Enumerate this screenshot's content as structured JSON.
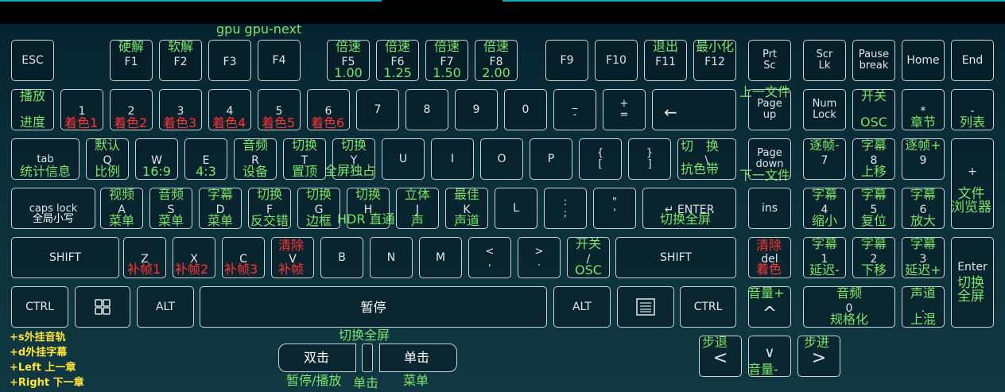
{
  "legend": [
    "+s外挂音轨",
    "+d外挂字幕",
    "+Left 上一章",
    "+Right 下一章"
  ],
  "keys": [
    {
      "id": "esc",
      "main": "ESC"
    },
    {
      "id": "f1",
      "main": "F1",
      "top": "硬解"
    },
    {
      "id": "f2",
      "main": "F2",
      "top": "软解"
    },
    {
      "id": "f3",
      "main": "F3",
      "top": "gpu gpu-next"
    },
    {
      "id": "f4",
      "main": "F4"
    },
    {
      "id": "f5",
      "main": "F5",
      "top": "倍速",
      "bot": "1.00"
    },
    {
      "id": "f6",
      "main": "F6",
      "top": "倍速",
      "bot": "1.25"
    },
    {
      "id": "f7",
      "main": "F7",
      "top": "倍速",
      "bot": "1.50"
    },
    {
      "id": "f8",
      "main": "F8",
      "top": "倍速",
      "bot": "2.00"
    },
    {
      "id": "f9",
      "main": "F9"
    },
    {
      "id": "f10",
      "main": "F10"
    },
    {
      "id": "f11",
      "main": "F11",
      "top": "退出"
    },
    {
      "id": "f12",
      "main": "F12",
      "top": "最小化"
    },
    {
      "id": "prtsc",
      "main": "Prt\nSc"
    },
    {
      "id": "scrlk",
      "main": "Scr\nLk"
    },
    {
      "id": "pause",
      "main": "Pause\nbreak"
    },
    {
      "id": "home",
      "main": "Home"
    },
    {
      "id": "end",
      "main": "End"
    },
    {
      "id": "grave",
      "main": "",
      "top": "播放",
      "bot": "进度"
    },
    {
      "id": "d1",
      "main": "1",
      "red": "着色1"
    },
    {
      "id": "d2",
      "main": "2",
      "red": "着色2"
    },
    {
      "id": "d3",
      "main": "3",
      "red": "着色3"
    },
    {
      "id": "d4",
      "main": "4",
      "red": "着色4"
    },
    {
      "id": "d5",
      "main": "5",
      "red": "着色5"
    },
    {
      "id": "d6",
      "main": "6",
      "red": "着色6"
    },
    {
      "id": "d7",
      "main": "7"
    },
    {
      "id": "d8",
      "main": "8"
    },
    {
      "id": "d9",
      "main": "9"
    },
    {
      "id": "d0",
      "main": "0"
    },
    {
      "id": "minus",
      "main": "_\n-"
    },
    {
      "id": "equal",
      "main": "+\n="
    },
    {
      "id": "backspace",
      "main": "←"
    },
    {
      "id": "pageup",
      "main": "Page\nup",
      "top": "上一文件"
    },
    {
      "id": "numlock",
      "main": "Num\nLock"
    },
    {
      "id": "numslash",
      "main": "",
      "top": "开关",
      "bot": "OSC"
    },
    {
      "id": "numstar",
      "main": "*",
      "bot": "章节"
    },
    {
      "id": "numminus",
      "main": "-",
      "bot": "列表"
    },
    {
      "id": "tab",
      "main": "tab",
      "bot": "统计信息"
    },
    {
      "id": "q",
      "main": "Q",
      "top": "默认",
      "bot": "比例"
    },
    {
      "id": "w",
      "main": "W",
      "bot": "16:9"
    },
    {
      "id": "e",
      "main": "E",
      "bot": "4:3"
    },
    {
      "id": "r",
      "main": "R",
      "top": "音频",
      "bot": "设备"
    },
    {
      "id": "t",
      "main": "T",
      "top": "切换",
      "bot": "置顶"
    },
    {
      "id": "y",
      "main": "Y",
      "top": "切换",
      "bot": "全屏独占"
    },
    {
      "id": "u",
      "main": "U"
    },
    {
      "id": "i",
      "main": "I"
    },
    {
      "id": "o",
      "main": "O"
    },
    {
      "id": "p",
      "main": "P"
    },
    {
      "id": "lbracket",
      "main": "{\n["
    },
    {
      "id": "rbracket",
      "main": "}\n]"
    },
    {
      "id": "backslash",
      "main": "\\",
      "top": "切　换",
      "bot": "抗色带"
    },
    {
      "id": "pagedown",
      "main": "Page\ndown",
      "bot": "下一文件"
    },
    {
      "id": "n7",
      "main": "7",
      "top": "逐帧-"
    },
    {
      "id": "n8",
      "main": "8",
      "top": "字幕",
      "bot": "上移"
    },
    {
      "id": "n9",
      "main": "9",
      "top": "逐帧+"
    },
    {
      "id": "nplus",
      "main": "+",
      "bot": "文件\n浏览器"
    },
    {
      "id": "caps",
      "main": "caps lock",
      "botw": "全局小写"
    },
    {
      "id": "a",
      "main": "A",
      "top": "视频",
      "bot": "菜单"
    },
    {
      "id": "s",
      "main": "S",
      "top": "音频",
      "bot": "菜单"
    },
    {
      "id": "dkey",
      "main": "D",
      "top": "字幕",
      "bot": "菜单"
    },
    {
      "id": "f",
      "main": "F",
      "top": "切换",
      "bot": "反交错"
    },
    {
      "id": "g",
      "main": "G",
      "top": "切换",
      "bot": "边框"
    },
    {
      "id": "h",
      "main": "H",
      "top": "切换",
      "bot": "HDR 直通"
    },
    {
      "id": "j",
      "main": "J",
      "top": "立体",
      "bot": "声"
    },
    {
      "id": "k",
      "main": "K",
      "top": "最佳",
      "bot": "声道"
    },
    {
      "id": "l",
      "main": "L"
    },
    {
      "id": "semicolon",
      "main": ":\n;"
    },
    {
      "id": "quote",
      "main": "\"\n'"
    },
    {
      "id": "enter",
      "main": "↵ ENTER",
      "bot": "切换全屏"
    },
    {
      "id": "ins",
      "main": "ins"
    },
    {
      "id": "n4",
      "main": "4",
      "top": "字幕",
      "bot": "缩小"
    },
    {
      "id": "n5",
      "main": "5",
      "top": "字幕",
      "bot": "复位"
    },
    {
      "id": "n6",
      "main": "6",
      "top": "字幕",
      "bot": "放大"
    },
    {
      "id": "lshift",
      "main": "SHIFT"
    },
    {
      "id": "z",
      "main": "Z",
      "red": "补帧1"
    },
    {
      "id": "x",
      "main": "X",
      "red": "补帧2"
    },
    {
      "id": "c",
      "main": "C",
      "red": "补帧3"
    },
    {
      "id": "v",
      "main": "V",
      "redtop": "清除",
      "red": "补帧"
    },
    {
      "id": "b",
      "main": "B"
    },
    {
      "id": "n",
      "main": "N"
    },
    {
      "id": "m",
      "main": "M"
    },
    {
      "id": "comma",
      "main": "<\n,"
    },
    {
      "id": "period",
      "main": ">\n."
    },
    {
      "id": "slash",
      "main": "/",
      "top": "开关",
      "bot": "OSC"
    },
    {
      "id": "rshift",
      "main": "SHIFT"
    },
    {
      "id": "del",
      "main": "del",
      "redtop": "清除",
      "red": "着色"
    },
    {
      "id": "n1",
      "main": "1",
      "top": "字幕",
      "bot": "延迟-"
    },
    {
      "id": "n2",
      "main": "2",
      "top": "字幕",
      "bot": "下移"
    },
    {
      "id": "n3",
      "main": "3",
      "top": "字幕",
      "bot": "延迟+"
    },
    {
      "id": "nenter",
      "main": "Enter",
      "bot": "切换\n全屏"
    },
    {
      "id": "lctrl",
      "main": "CTRL"
    },
    {
      "id": "win",
      "main": ""
    },
    {
      "id": "lalt",
      "main": "ALT"
    },
    {
      "id": "space",
      "main": "暂停"
    },
    {
      "id": "ralt",
      "main": "ALT"
    },
    {
      "id": "menu",
      "main": ""
    },
    {
      "id": "rctrl",
      "main": "CTRL"
    },
    {
      "id": "up",
      "main": "^",
      "top": "音量+"
    },
    {
      "id": "n0",
      "main": "0",
      "top": "音频",
      "bot": "规格化"
    },
    {
      "id": "ndot",
      "main": ".",
      "top": "声道",
      "bot": "上混"
    },
    {
      "id": "left",
      "main": "<",
      "top": "步退"
    },
    {
      "id": "down",
      "main": "∨",
      "bot": "音量-"
    },
    {
      "id": "right",
      "main": ">",
      "top": "步进"
    }
  ],
  "mouse": {
    "left_label": "双击",
    "right_label": "单击",
    "top_label": "切换全屏",
    "bottom_left": "暂停/播放",
    "bottom_mid": "单击",
    "bottom_right": "菜单"
  }
}
